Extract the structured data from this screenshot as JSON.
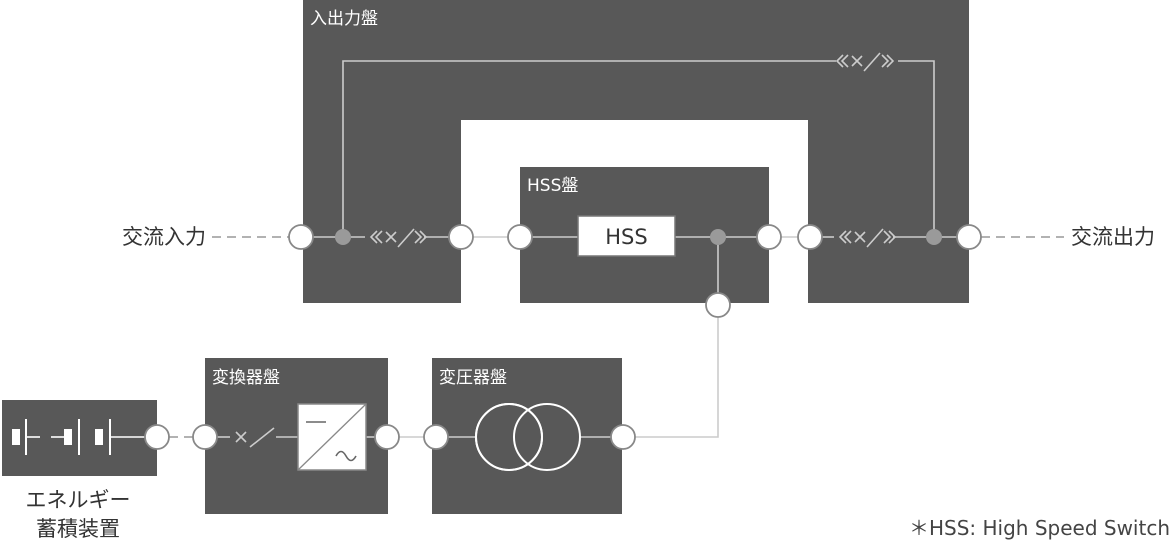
{
  "panels": {
    "io": "入出力盤",
    "hss": "HSS盤",
    "converter": "変換器盤",
    "transformer": "変圧器盤"
  },
  "labels": {
    "ac_input": "交流入力",
    "ac_output": "交流出力",
    "hss_box": "HSS",
    "storage_line1": "エネルギー",
    "storage_line2": "蓄積装置",
    "footnote": "＊HSS: High Speed Switch"
  },
  "colors": {
    "panel": "#585858",
    "line": "#cccccc",
    "background": "#ffffff"
  }
}
